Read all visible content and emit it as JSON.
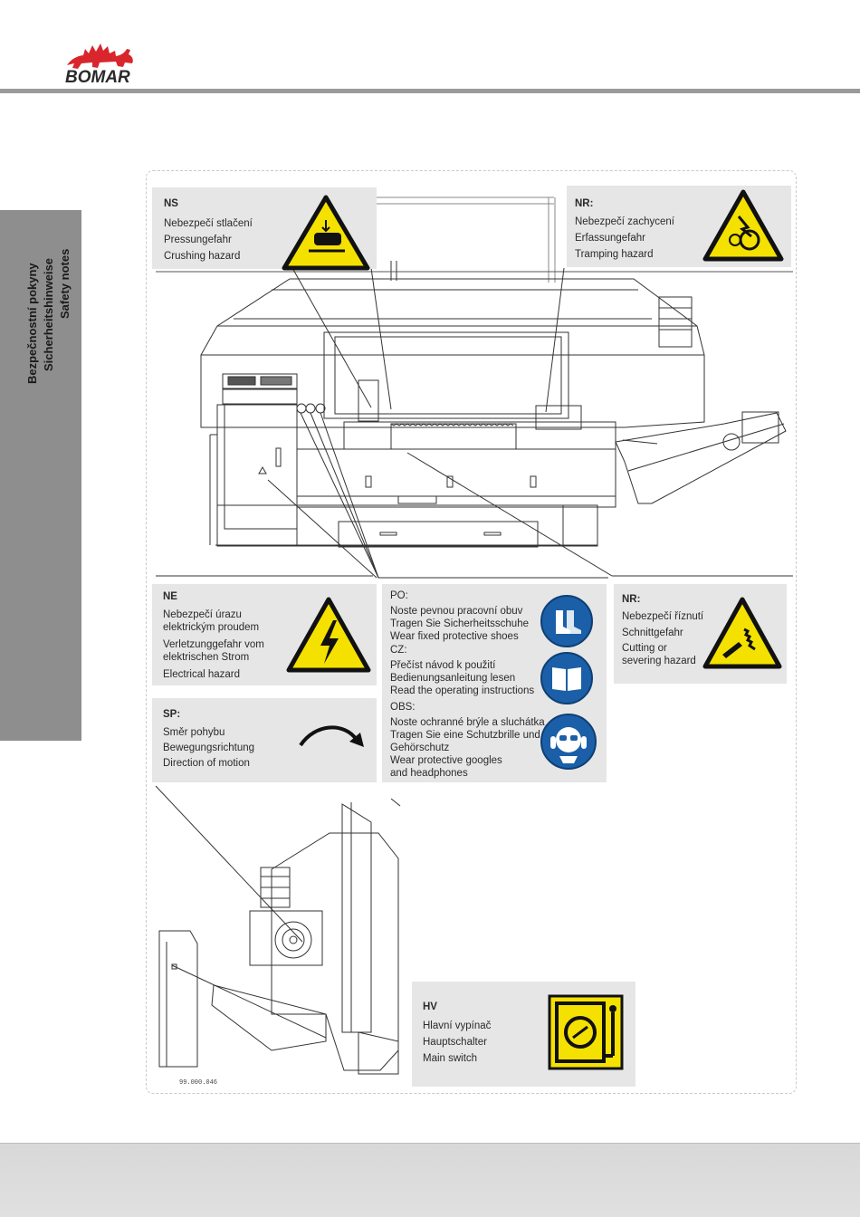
{
  "brand": {
    "logo_text": "BOMAR"
  },
  "side_tab": {
    "lines": [
      "Bezpečnostní pokyny",
      "Sicherheitshinweise",
      "Safety notes"
    ]
  },
  "panels": {
    "ns": {
      "code": "NS",
      "lines": [
        "Nebezpečí stlačení",
        "Pressungefahr",
        "Crushing hazard"
      ]
    },
    "nr_top": {
      "code": "NR:",
      "lines": [
        "Nebezpečí zachycení",
        "Erfassungefahr",
        "Tramping hazard"
      ]
    },
    "ne": {
      "code": "NE",
      "lines": [
        "Nebezpečí úrazu",
        "elektrickým proudem",
        "Verletzunggefahr vom",
        "elektrischen Strom",
        "Electrical hazard"
      ]
    },
    "sp": {
      "code": "SP:",
      "lines": [
        "Směr pohybu",
        "Bewegungsrichtung",
        "Direction of motion"
      ]
    },
    "po": {
      "groups": [
        {
          "code": "PO:",
          "lines": [
            "Noste pevnou pracovní obuv",
            "Tragen Sie Sicherheitsschuhe",
            "Wear fixed protective shoes"
          ]
        },
        {
          "code": "CZ:",
          "lines": [
            "Přečíst návod k použití",
            "Bedienungsanleitung lesen",
            "Read the operating instructions"
          ]
        },
        {
          "code": "OBS:",
          "lines": [
            "Noste ochranné brýle a sluchátka",
            "Tragen Sie eine Schutzbrille und",
            "Gehörschutz",
            "Wear protective googles",
            "and headphones"
          ]
        }
      ]
    },
    "nr_right": {
      "code": "NR:",
      "lines": [
        "Nebezpečí říznutí",
        "Schnittgefahr",
        "Cutting or",
        "severing hazard"
      ]
    },
    "hv": {
      "code": "HV",
      "lines": [
        "Hlavní vypínač",
        "Hauptschalter",
        "Main switch"
      ]
    }
  },
  "drawing_code": "99.000.046",
  "icons": {
    "logo": "dinosaur-logo-icon",
    "crushing": "crushing-hazard-icon",
    "tramping": "entanglement-hazard-icon",
    "electrical": "electrical-hazard-icon",
    "direction": "curved-arrow-icon",
    "shoes": "safety-shoes-icon",
    "manual": "read-manual-icon",
    "goggles": "goggles-headphones-icon",
    "cutting": "cutting-hazard-icon",
    "switch": "main-switch-icon"
  },
  "colors": {
    "warning_yellow": "#f5e100",
    "mandatory_blue": "#1a5fa8",
    "brand_red": "#d8262c",
    "panel_gray": "#e6e6e6",
    "tab_gray": "#8e8e8e"
  }
}
